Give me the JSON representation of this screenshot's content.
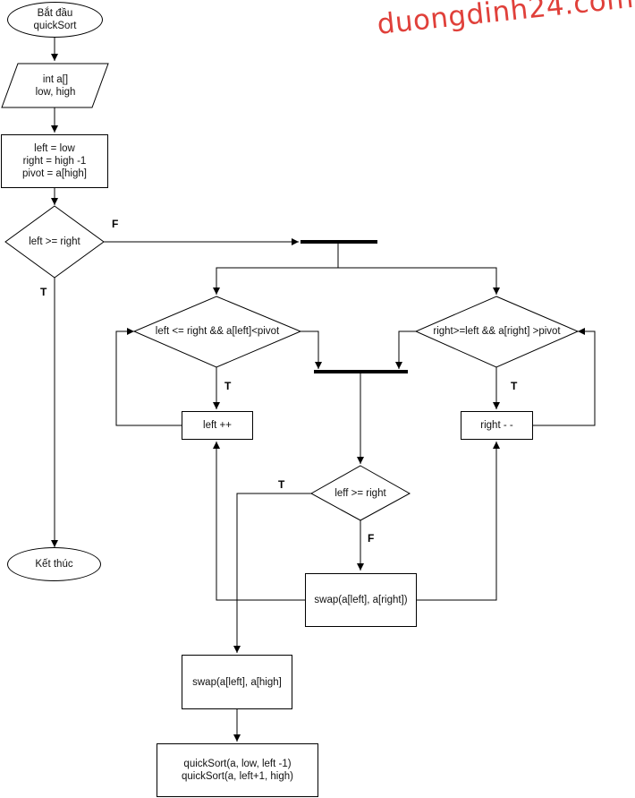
{
  "watermark": "duongdinh24.com",
  "nodes": {
    "start": "Bắt đầu\nquickSort",
    "input": "int a[]\nlow, high",
    "init": "left = low\nright = high -1\npivot = a[high]",
    "cond_main": "left >= right",
    "end": "Kết thúc",
    "cond_left": "left <= right && a[left]<pivot",
    "cond_right": "right>=left && a[right] >pivot",
    "left_inc": "left ++",
    "right_dec": "right - -",
    "cond_mid": "leff >= right",
    "swap_lr": "swap(a[left], a[right])",
    "swap_high": "swap(a[left], a[high]",
    "recurse": "quickSort(a, low, left -1)\nquickSort(a, left+1, high)"
  },
  "labels": {
    "main_false": "F",
    "main_true": "T",
    "left_true": "T",
    "right_true": "T",
    "mid_true": "T",
    "mid_false": "F"
  }
}
